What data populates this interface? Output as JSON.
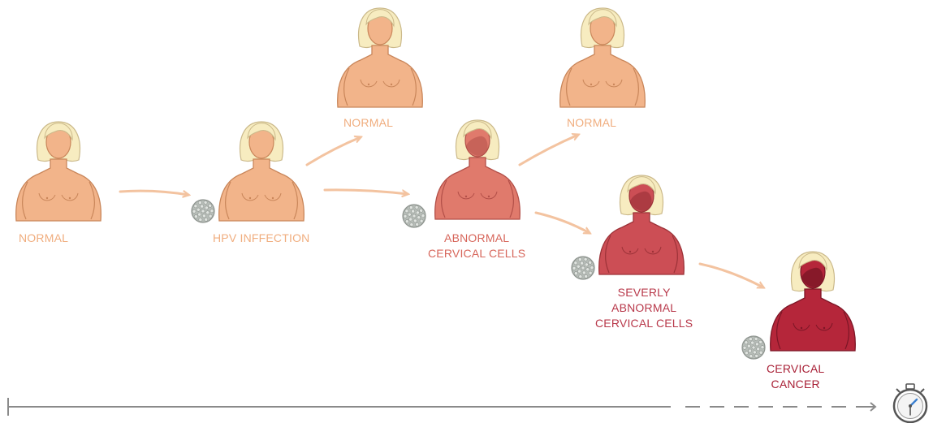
{
  "diagram": {
    "stages": [
      {
        "id": "normal-1",
        "lines": [
          "NORMAL"
        ]
      },
      {
        "id": "hpv",
        "lines": [
          "HPV INFFECTION"
        ]
      },
      {
        "id": "normal-2",
        "lines": [
          "NORMAL"
        ]
      },
      {
        "id": "abnormal",
        "lines": [
          "ABNORMAL",
          "CERVICAL CELLS"
        ]
      },
      {
        "id": "normal-3",
        "lines": [
          "NORMAL"
        ]
      },
      {
        "id": "severe",
        "lines": [
          "SEVERLY",
          "ABNORMAL",
          "CERVICAL CELLS"
        ]
      },
      {
        "id": "cancer",
        "lines": [
          "CERVICAL",
          "CANCER"
        ]
      }
    ],
    "colors": {
      "normal_skin": "#f2b48a",
      "normal_text": "#f0ad7e",
      "abnormal_skin": "#e07a6c",
      "abnormal_text": "#d7665b",
      "severe_skin": "#cc4e55",
      "severe_text": "#b8384a",
      "cancer_skin": "#b5263a",
      "cancer_text": "#a81f35",
      "hair": "#f7ecc0",
      "arrow": "#f3c3a0",
      "virus": "#b7bdb8",
      "timeline": "#8a8a8a"
    },
    "icons": {
      "virus": "virus-particle-icon",
      "timer": "stopwatch-icon"
    }
  }
}
